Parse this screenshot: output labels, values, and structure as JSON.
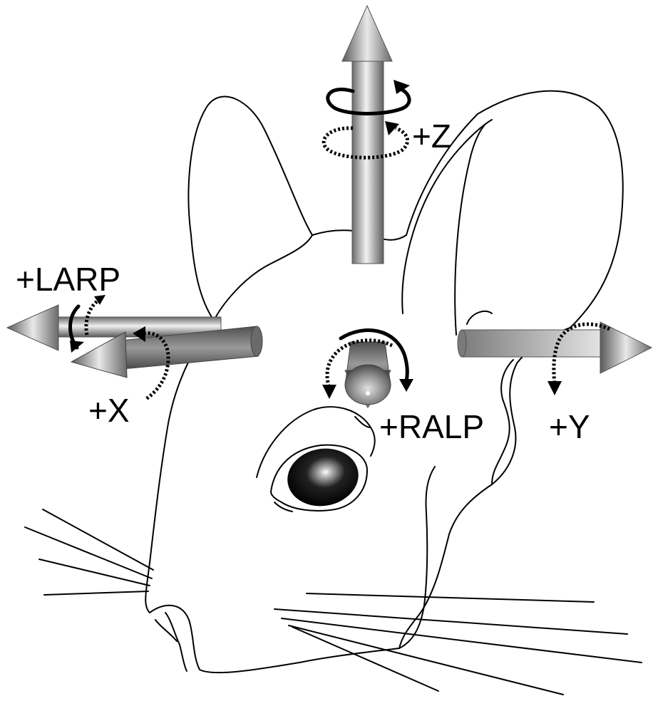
{
  "labels": {
    "z": "+Z",
    "larp": "+LARP",
    "x": "+X",
    "ralp": "+RALP",
    "y": "+Y"
  },
  "colors": {
    "ink": "#000000",
    "arrow_light": "#f2f2f2",
    "arrow_mid": "#a6a6a6",
    "arrow_dark": "#5e5e5e",
    "eye_highlight": "#ffffff"
  }
}
